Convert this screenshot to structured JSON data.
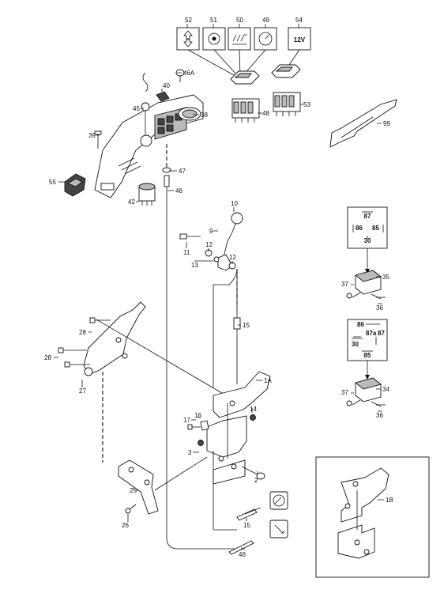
{
  "callouts": {
    "c52": "52",
    "c51": "51",
    "c50": "50",
    "c49": "49",
    "c54": "54",
    "c48": "48",
    "c53": "53",
    "c46A": "46A",
    "c40": "40",
    "c45": "45",
    "c38": "38",
    "c39": "39",
    "c47": "47",
    "c55": "55",
    "c46top": "46",
    "c42": "42",
    "c99": "99",
    "c10": "10",
    "c9": "9",
    "c11": "11",
    "c12a": "12",
    "c13": "13",
    "c12b": "12",
    "c37a": "37",
    "c35": "35",
    "c36a": "36",
    "c15top": "15",
    "c28a": "28",
    "c28b": "28",
    "c27": "27",
    "c1A": "1A",
    "c17": "17",
    "c16": "16",
    "c14": "14",
    "c37b": "37",
    "c34": "34",
    "c36b": "36",
    "c3": "3",
    "c2": "2",
    "c25": "25",
    "c26": "26",
    "c15bot": "15",
    "c46bot": "46",
    "c1B": "1B"
  },
  "switch_symbols": {
    "s54": "12V"
  },
  "relay1": {
    "p87": "87",
    "p86": "86",
    "p85": "85",
    "p30": "30"
  },
  "relay2": {
    "p86": "86",
    "p87a": "87a",
    "p87": "87",
    "p30": "30",
    "p85": "85"
  }
}
